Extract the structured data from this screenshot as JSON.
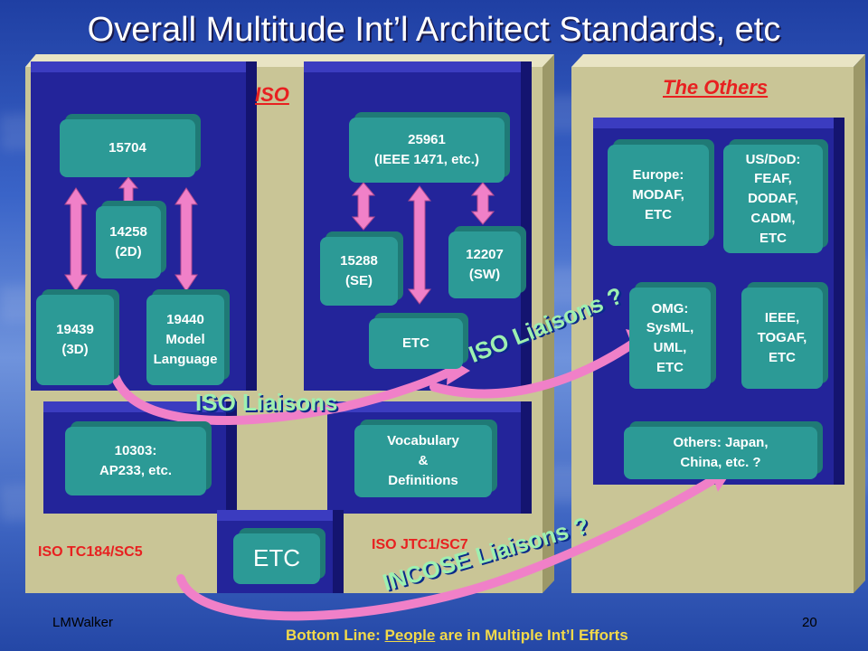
{
  "title": "Overall Multitude Int’l Architect Standards, etc",
  "labels": {
    "iso": "ISO",
    "others": "The Others",
    "tc184": "ISO TC184/SC5",
    "jtc1": "ISO JTC1/SC7"
  },
  "boxes": {
    "b15704": "15704",
    "b14258": "14258\n(2D)",
    "b19439": "19439\n(3D)",
    "b19440": "19440\nModel\nLanguage",
    "b10303": "10303:\nAP233, etc.",
    "b25961": "25961\n(IEEE 1471, etc.)",
    "b15288": "15288\n(SE)",
    "b12207": "12207\n(SW)",
    "betc_jtc": "ETC",
    "bvocab": "Vocabulary\n&\nDefinitions",
    "betc_bottom": "ETC",
    "beurope": "Europe:\nMODAF,\nETC",
    "busdod": "US/DoD:\nFEAF,\nDODAF,\nCADM,\nETC",
    "bomg": "OMG:\nSysML,\nUML,\nETC",
    "bieee": "IEEE,\nTOGAF,\nETC",
    "bothers": "Others: Japan,\nChina, etc. ?"
  },
  "liaisons": {
    "iso_liaisons": "ISO Liaisons",
    "iso_liaisons_q": "ISO Liaisons ?",
    "incose_liaisons_q": "INCOSE Liaisons ?"
  },
  "footer": {
    "author": "LMWalker",
    "page": "20",
    "bottom_prefix": "Bottom Line: ",
    "bottom_people": "People",
    "bottom_suffix": " are in Multiple Int’l Efforts"
  },
  "colors": {
    "teal_box": "#2c9a96",
    "navy_panel": "#23249a",
    "beige_panel": "#c9c596",
    "arrow_pink": "#f080c8",
    "label_red": "#e82020",
    "liaison_green": "#9ef0b0",
    "bottom_line_yellow": "#f2d94a"
  }
}
